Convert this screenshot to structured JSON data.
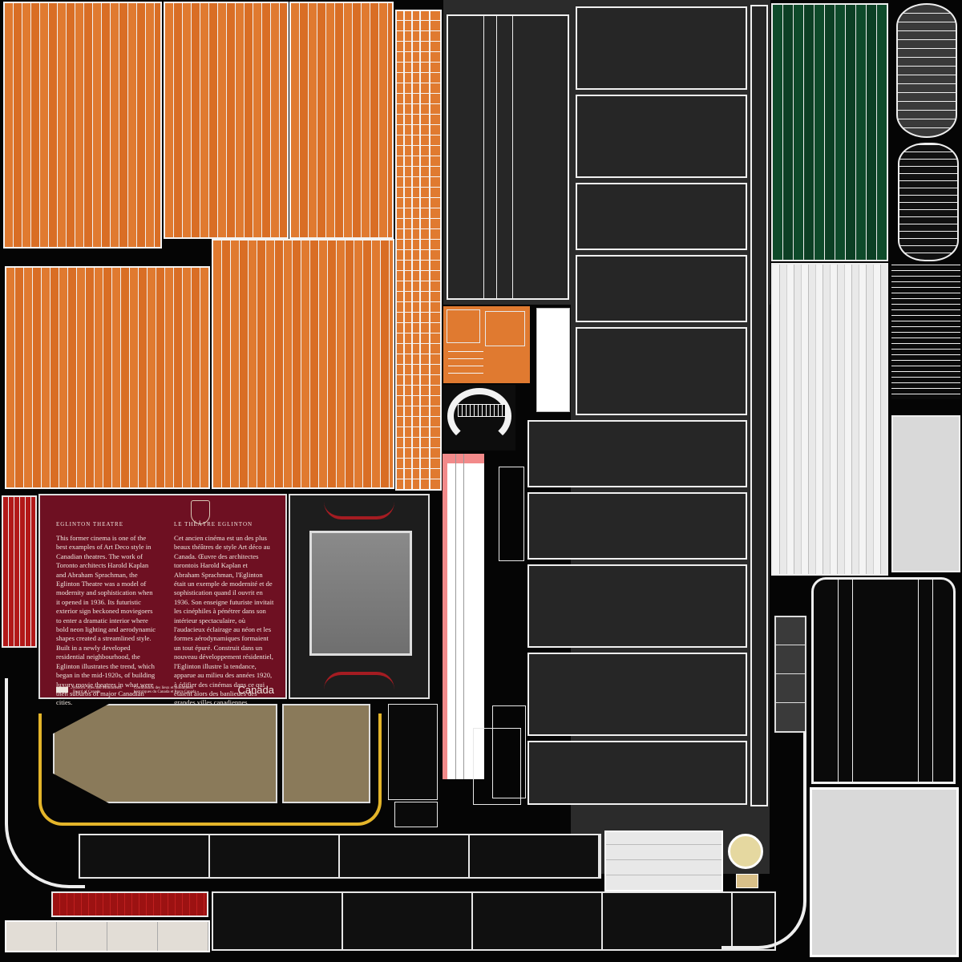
{
  "plaque": {
    "title_en": "EGLINTON THEATRE",
    "title_fr": "LE THÉÂTRE EGLINTON",
    "body_en": "This former cinema is one of the best examples of Art Deco style in Canadian theatres. The work of Toronto architects Harold Kaplan and Abraham Sprachman, the Eglinton Theatre was a model of modernity and sophistication when it opened in 1936. Its futuristic exterior sign beckoned moviegoers to enter a dramatic interior where bold neon lighting and aerodynamic shapes created a streamlined style. Built in a newly developed residential neighbourhood, the Eglinton illustrates the trend, which began in the mid-1920s, of building luxury movie theatres in what were then suburbs of major Canadian cities.",
    "body_fr": "Cet ancien cinéma est un des plus beaux théâtres de style Art déco au Canada. Œuvre des architectes torontois Harold Kaplan et Abraham Sprachman, l'Eglinton était un exemple de modernité et de sophistication quand il ouvrit en 1936. Son enseigne futuriste invitait les cinéphiles à pénétrer dans son intérieur spectaculaire, où l'audacieux éclairage au néon et les formes aérodynamiques formaient un tout épuré. Construit dans un nouveau développement résidentiel, l'Eglinton illustre la tendance, apparue au milieu des années 1920, à édifier des cinémas dans ce qui étaient alors des banlieues des grandes villes canadiennes.",
    "footer_en": "Historic Sites and Monuments Board of Canada",
    "footer_fr": "Commission des lieux et monuments historiques du Canada",
    "footer_pc": "et Parcs Canada",
    "wordmark": "Canada"
  },
  "colors": {
    "orange": "#e07a30",
    "plaque_red": "#6e1022",
    "green": "#0e4a2a",
    "yellow": "#e4b52a"
  },
  "icons": [
    "coat-of-arms-icon",
    "canada-flag-icon",
    "ornament-icon"
  ]
}
